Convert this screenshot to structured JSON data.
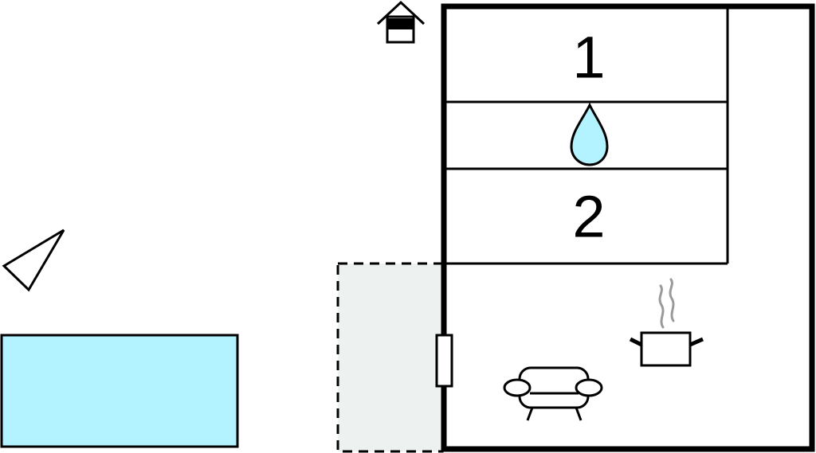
{
  "floorplan": {
    "rooms": [
      {
        "label": "1",
        "kind": "bedroom"
      },
      {
        "label": "2",
        "kind": "bedroom"
      }
    ],
    "icons": {
      "entrance": "entrance-house-icon",
      "direction": "direction-triangle-icon",
      "bathroom": "water-drop-icon",
      "kitchen": "cooking-pot-icon",
      "living": "sofa-icon",
      "pool": "swimming-pool",
      "terrace": "terrace-area",
      "door": "door"
    },
    "colors": {
      "wall": "#000000",
      "pool": "#b3f3ff",
      "water_drop": "#b3f3ff",
      "terrace": "#edf1f0",
      "steam": "#9a9a9a",
      "background": "#ffffff"
    }
  }
}
